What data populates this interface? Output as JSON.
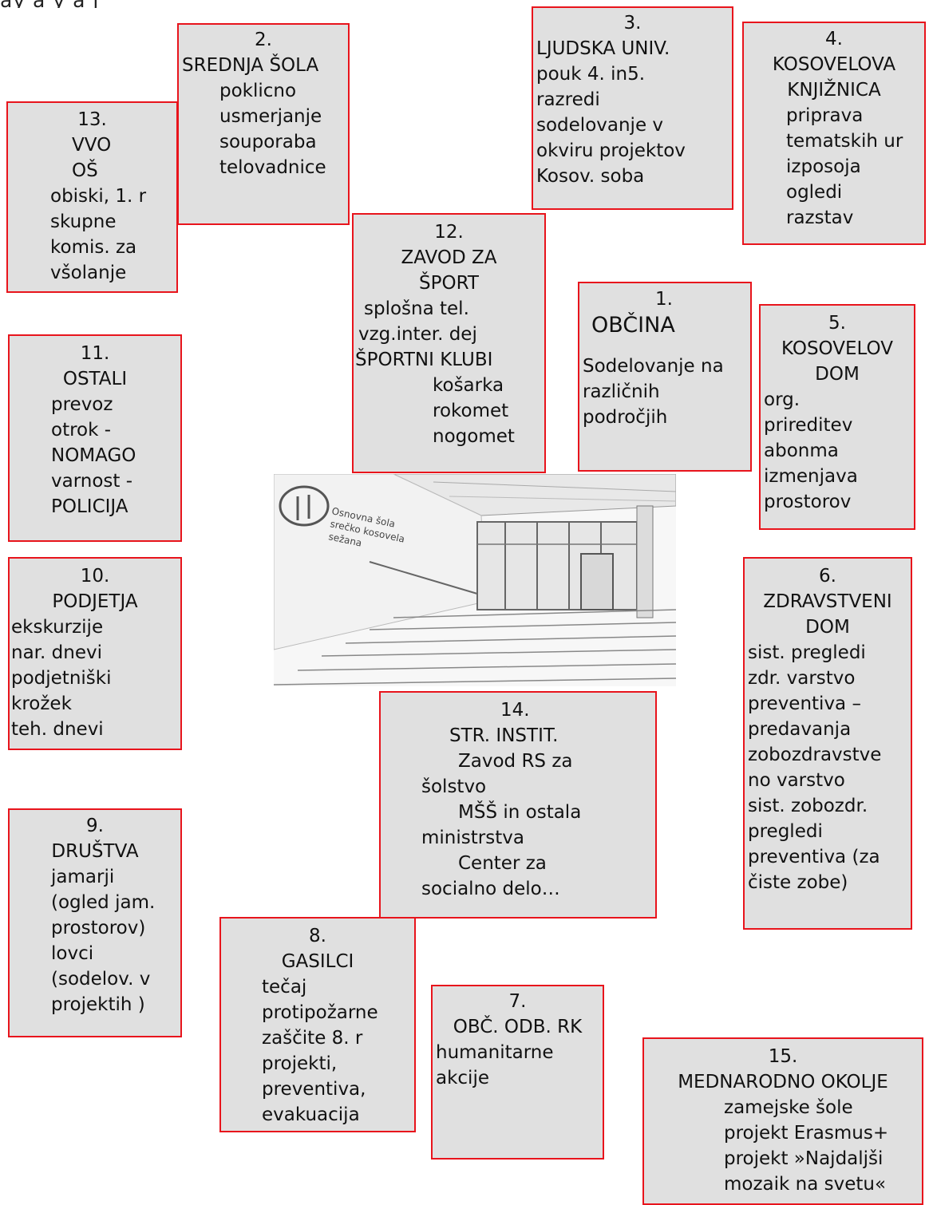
{
  "header_fragment": "ay   a      y    a                          j",
  "boxes": {
    "b1": {
      "num": "1.",
      "title": "OBČINA",
      "lines": [
        "Sodelovanje na",
        "različnih",
        "področjih"
      ]
    },
    "b2": {
      "num": "2.",
      "title": "SREDNJA ŠOLA",
      "lines": [
        "poklicno",
        "usmerjanje",
        "souporaba",
        "telovadnice"
      ]
    },
    "b3": {
      "num": "3.",
      "title": "LJUDSKA UNIV.",
      "lines": [
        "pouk 4. in5.",
        "razredi",
        "sodelovanje v",
        "okviru projektov",
        "Kosov. soba"
      ]
    },
    "b4": {
      "num": "4.",
      "title": "KOSOVELOVA",
      "title2": "KNJIŽNICA",
      "lines": [
        "priprava",
        "tematskih ur",
        "izposoja",
        "ogledi",
        "razstav"
      ]
    },
    "b5": {
      "num": "5.",
      "title": "KOSOVELOV",
      "title2": "DOM",
      "lines": [
        "org.",
        "prireditev",
        "abonma",
        "izmenjava",
        "prostorov"
      ]
    },
    "b6": {
      "num": "6.",
      "title": "ZDRAVSTVENI",
      "title2": "DOM",
      "lines": [
        "sist. pregledi",
        "zdr. varstvo",
        "preventiva –",
        "predavanja",
        "zobozdravstve",
        "no varstvo",
        "sist. zobozdr.",
        "pregledi",
        "preventiva (za",
        "čiste zobe)"
      ]
    },
    "b7": {
      "num": "7.",
      "title": "OBČ. ODB. RK",
      "lines": [
        "humanitarne",
        "akcije"
      ]
    },
    "b8": {
      "num": "8.",
      "title": "GASILCI",
      "lines": [
        "tečaj",
        "protipožarne",
        "zaščite 8. r",
        "projekti,",
        "preventiva,",
        "evakuacija"
      ]
    },
    "b9": {
      "num": "9.",
      "title": "DRUŠTVA",
      "lines": [
        "jamarji",
        "(ogled jam.",
        "prostorov)",
        "lovci",
        "(sodelov. v",
        "projektih )"
      ]
    },
    "b10": {
      "num": "10.",
      "title": "PODJETJA",
      "lines": [
        "ekskurzije",
        "nar. dnevi",
        "podjetniški",
        "krožek",
        "teh. dnevi"
      ]
    },
    "b11": {
      "num": "11.",
      "title": "OSTALI",
      "lines": [
        "prevoz",
        "otrok -",
        "NOMAGO",
        "varnost -",
        "POLICIJA"
      ]
    },
    "b12": {
      "num": "12.",
      "title": "ZAVOD ZA",
      "title2": "ŠPORT",
      "lines": [
        "splošna  tel.",
        "vzg.inter. dej",
        "ŠPORTNI KLUBI",
        "košarka",
        "rokomet",
        "nogomet"
      ]
    },
    "b13": {
      "num": "13.",
      "title": "VVO",
      "title2": "OŠ",
      "lines": [
        "obiski, 1. r",
        "skupne",
        "komis. za",
        "všolanje"
      ]
    },
    "b14": {
      "num": "14.",
      "title": "STR. INSTIT.",
      "lines": [
        "Zavod RS za",
        "šolstvo",
        "MŠŠ in ostala",
        "ministrstva",
        "Center za",
        "socialno delo…"
      ]
    },
    "b15": {
      "num": "15.",
      "title": "MEDNARODNO OKOLJE",
      "lines": [
        "zamejske šole",
        "projekt Erasmus+",
        "projekt »Najdaljši",
        "mozaik na svetu«"
      ]
    }
  },
  "photo": {
    "sign_line1": "Osnovna šola",
    "sign_line2": "srečko kosovela",
    "sign_line3": "sežana"
  }
}
